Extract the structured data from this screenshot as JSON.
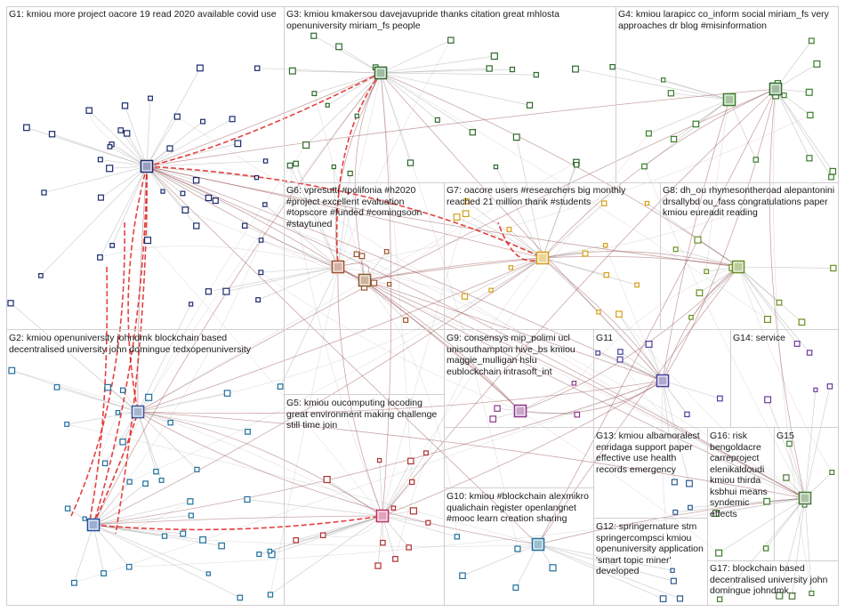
{
  "groups": [
    {
      "id": "G1",
      "label": "G1: kmiou more project oacore 19 read 2020 available covid use"
    },
    {
      "id": "G3",
      "label": "G3: kmiou kmakersou davejavupride thanks citation great mhlosta openuniversity miriam_fs people"
    },
    {
      "id": "G4",
      "label": "G4: kmiou larapicc co_inform social miriam_fs very approaches dr blog #misinformation"
    },
    {
      "id": "G6",
      "label": "G6: vpresutti #polifonia #h2020 #project excellent evaluation #topscore #funded #comingsoon #staytuned"
    },
    {
      "id": "G7",
      "label": "G7: oacore users #researchers big monthly reached 21 million thank #students"
    },
    {
      "id": "G8",
      "label": "G8: dh_ou rhymesontheroad alepantonini drsallybd ou_fass congratulations paper kmiou eureadit reading"
    },
    {
      "id": "G2",
      "label": "G2: kmiou openuniversity johndmk blockchain based decentralised university john domingue tedxopenuniversity"
    },
    {
      "id": "G9",
      "label": "G9: consensys mip_polimi ucl unisouthampton hive_bs kmiou maggie_mulligan hslu eublockchain intrasoft_int"
    },
    {
      "id": "G11",
      "label": "G11"
    },
    {
      "id": "G14",
      "label": "G14: service"
    },
    {
      "id": "G5",
      "label": "G5: kmiou oucomputing iocoding great environment making challenge still time join"
    },
    {
      "id": "G13",
      "label": "G13: kmiou albamoralest enridaga support paper effective use health records emergency"
    },
    {
      "id": "G16",
      "label": "G16: risk bengoldacre carreproject elenikaldoudi kmiou thirda ksbhui means syndemic effects"
    },
    {
      "id": "G15",
      "label": "G15"
    },
    {
      "id": "G10",
      "label": "G10: kmiou #blockchain alexmikro qualichain register openlangnet #mooc learn creation sharing"
    },
    {
      "id": "G12",
      "label": "G12: springernature stm springercompsci kmiou openuniversity application 'smart topic miner' developed"
    },
    {
      "id": "G17",
      "label": "G17: blockchain based decentralised university john domingue johndmk..."
    }
  ],
  "colors": {
    "edge_gray": "#9a9a9a",
    "edge_dark": "#8b3a3a",
    "edge_red": "#e02020",
    "box_border": "#cfcfcf"
  }
}
